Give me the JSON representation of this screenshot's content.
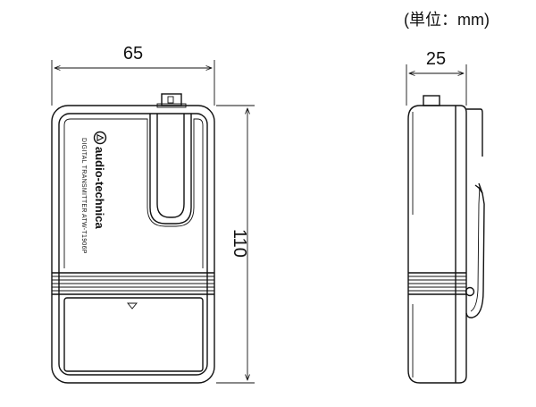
{
  "unit_label": "(単位：mm)",
  "dimensions": {
    "width": "65",
    "depth": "25",
    "height": "110"
  },
  "device": {
    "brand": "audio-technica",
    "product_line": "DIGITAL TRANSMITTER",
    "model": "ATW-T1906P"
  },
  "icons": {
    "logo": "audio-technica-logo-icon",
    "indicator": "triangle-down-icon",
    "belt_clip": "belt-clip-icon"
  }
}
